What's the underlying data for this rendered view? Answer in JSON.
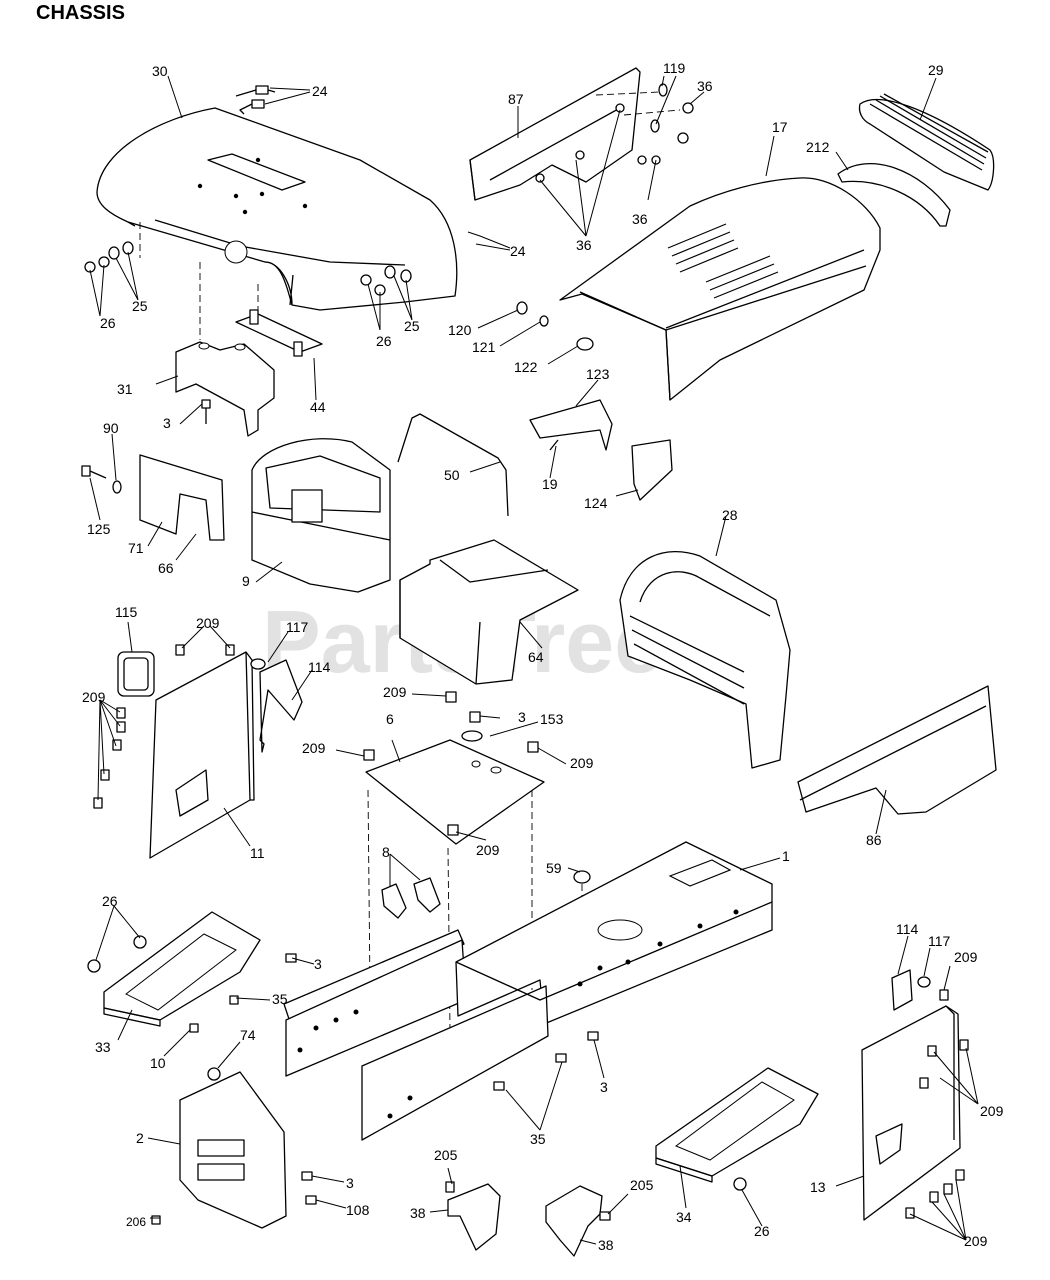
{
  "title": "CHASSIS",
  "watermark": "PartsTree",
  "callouts": [
    {
      "id": "lbl-30",
      "text": "30"
    },
    {
      "id": "lbl-24a",
      "text": "24"
    },
    {
      "id": "lbl-87",
      "text": "87"
    },
    {
      "id": "lbl-119",
      "text": "119"
    },
    {
      "id": "lbl-36a",
      "text": "36"
    },
    {
      "id": "lbl-29",
      "text": "29"
    },
    {
      "id": "lbl-17",
      "text": "17"
    },
    {
      "id": "lbl-212",
      "text": "212"
    },
    {
      "id": "lbl-36b",
      "text": "36"
    },
    {
      "id": "lbl-36c",
      "text": "36"
    },
    {
      "id": "lbl-24b",
      "text": "24"
    },
    {
      "id": "lbl-26a",
      "text": "26"
    },
    {
      "id": "lbl-25a",
      "text": "25"
    },
    {
      "id": "lbl-26b",
      "text": "26"
    },
    {
      "id": "lbl-25b",
      "text": "25"
    },
    {
      "id": "lbl-120",
      "text": "120"
    },
    {
      "id": "lbl-121",
      "text": "121"
    },
    {
      "id": "lbl-122",
      "text": "122"
    },
    {
      "id": "lbl-31",
      "text": "31"
    },
    {
      "id": "lbl-44",
      "text": "44"
    },
    {
      "id": "lbl-3a",
      "text": "3"
    },
    {
      "id": "lbl-123",
      "text": "123"
    },
    {
      "id": "lbl-90",
      "text": "90"
    },
    {
      "id": "lbl-50",
      "text": "50"
    },
    {
      "id": "lbl-19",
      "text": "19"
    },
    {
      "id": "lbl-124",
      "text": "124"
    },
    {
      "id": "lbl-125",
      "text": "125"
    },
    {
      "id": "lbl-71",
      "text": "71"
    },
    {
      "id": "lbl-66",
      "text": "66"
    },
    {
      "id": "lbl-9",
      "text": "9"
    },
    {
      "id": "lbl-28",
      "text": "28"
    },
    {
      "id": "lbl-64",
      "text": "64"
    },
    {
      "id": "lbl-115",
      "text": "115"
    },
    {
      "id": "lbl-209a",
      "text": "209"
    },
    {
      "id": "lbl-117a",
      "text": "117"
    },
    {
      "id": "lbl-114a",
      "text": "114"
    },
    {
      "id": "lbl-209b",
      "text": "209"
    },
    {
      "id": "lbl-209c",
      "text": "209"
    },
    {
      "id": "lbl-3b",
      "text": "3"
    },
    {
      "id": "lbl-153",
      "text": "153"
    },
    {
      "id": "lbl-6",
      "text": "6"
    },
    {
      "id": "lbl-209d",
      "text": "209"
    },
    {
      "id": "lbl-209e",
      "text": "209"
    },
    {
      "id": "lbl-11",
      "text": "11"
    },
    {
      "id": "lbl-209f",
      "text": "209"
    },
    {
      "id": "lbl-86",
      "text": "86"
    },
    {
      "id": "lbl-1",
      "text": "1"
    },
    {
      "id": "lbl-8",
      "text": "8"
    },
    {
      "id": "lbl-59",
      "text": "59"
    },
    {
      "id": "lbl-26c",
      "text": "26"
    },
    {
      "id": "lbl-3c",
      "text": "3"
    },
    {
      "id": "lbl-35a",
      "text": "35"
    },
    {
      "id": "lbl-114b",
      "text": "114"
    },
    {
      "id": "lbl-117b",
      "text": "117"
    },
    {
      "id": "lbl-209g",
      "text": "209"
    },
    {
      "id": "lbl-33",
      "text": "33"
    },
    {
      "id": "lbl-10",
      "text": "10"
    },
    {
      "id": "lbl-74",
      "text": "74"
    },
    {
      "id": "lbl-3d",
      "text": "3"
    },
    {
      "id": "lbl-209h",
      "text": "209"
    },
    {
      "id": "lbl-35b",
      "text": "35"
    },
    {
      "id": "lbl-2",
      "text": "2"
    },
    {
      "id": "lbl-3e",
      "text": "3"
    },
    {
      "id": "lbl-205a",
      "text": "205"
    },
    {
      "id": "lbl-205b",
      "text": "205"
    },
    {
      "id": "lbl-34",
      "text": "34"
    },
    {
      "id": "lbl-13",
      "text": "13"
    },
    {
      "id": "lbl-108",
      "text": "108"
    },
    {
      "id": "lbl-26d",
      "text": "26"
    },
    {
      "id": "lbl-206",
      "text": "206"
    },
    {
      "id": "lbl-38a",
      "text": "38"
    },
    {
      "id": "lbl-38b",
      "text": "38"
    },
    {
      "id": "lbl-209i",
      "text": "209"
    }
  ]
}
